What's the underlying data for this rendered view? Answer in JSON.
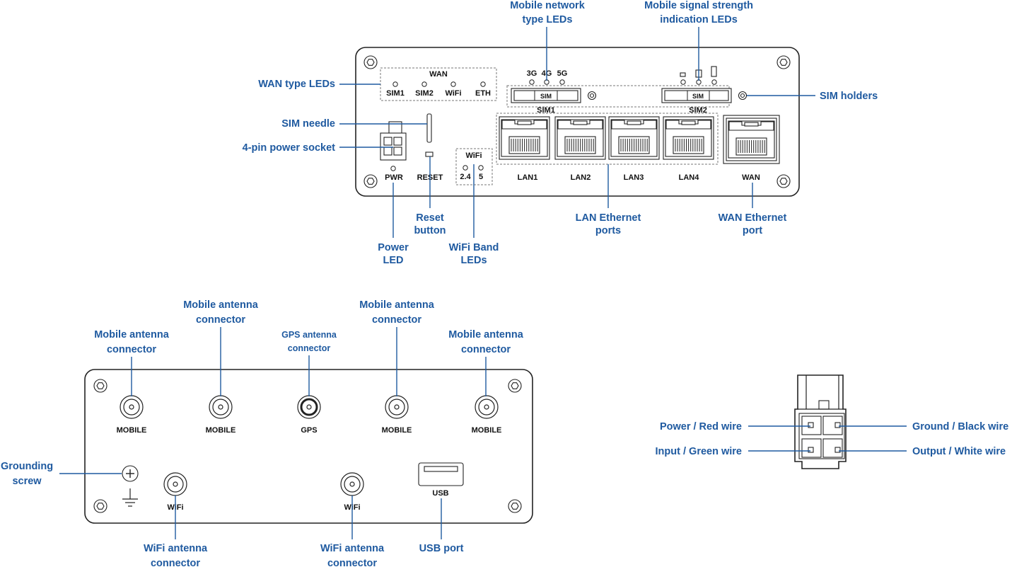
{
  "front_panel": {
    "callouts": {
      "mobile_network_leds": [
        "Mobile network",
        "type LEDs"
      ],
      "mobile_signal_leds": [
        "Mobile signal strength",
        "indication LEDs"
      ],
      "wan_type_leds": "WAN type LEDs",
      "sim_holders": "SIM holders",
      "sim_needle": "SIM needle",
      "power_socket": "4-pin power socket",
      "reset_button": [
        "Reset",
        "button"
      ],
      "power_led": [
        "Power",
        "LED"
      ],
      "wifi_band_leds": [
        "WiFi Band",
        "LEDs"
      ],
      "lan_ports": [
        "LAN Ethernet",
        "ports"
      ],
      "wan_port": [
        "WAN Ethernet",
        "port"
      ]
    },
    "labels": {
      "wan_group": "WAN",
      "wan_leds": [
        "SIM1",
        "SIM2",
        "WiFi",
        "ETH"
      ],
      "network_types": [
        "3G",
        "4G",
        "5G"
      ],
      "sim_slot": "SIM",
      "sim1": "SIM1",
      "sim2": "SIM2",
      "wifi_group": "WiFi",
      "wifi_bands": [
        "2.4",
        "5"
      ],
      "pwr": "PWR",
      "reset": "RESET",
      "lan_ports": [
        "LAN1",
        "LAN2",
        "LAN3",
        "LAN4"
      ],
      "wan_port": "WAN"
    }
  },
  "back_panel": {
    "callouts": {
      "mobile_antenna_1": [
        "Mobile antenna",
        "connector"
      ],
      "mobile_antenna_2": [
        "Mobile antenna",
        "connector"
      ],
      "gps_antenna": [
        "GPS antenna",
        "connector"
      ],
      "mobile_antenna_3": [
        "Mobile antenna",
        "connector"
      ],
      "mobile_antenna_4": [
        "Mobile antenna",
        "connector"
      ],
      "grounding_screw": [
        "Grounding",
        "screw"
      ],
      "wifi_antenna_1": [
        "WiFi antenna",
        "connector"
      ],
      "wifi_antenna_2": [
        "WiFi antenna",
        "connector"
      ],
      "usb_port": "USB port"
    },
    "labels": {
      "mobile": "MOBILE",
      "gps": "GPS",
      "wifi": "WiFi",
      "usb": "USB"
    }
  },
  "power_connector": {
    "callouts": {
      "power": "Power / Red wire",
      "ground": "Ground / Black wire",
      "input": "Input / Green wire",
      "output": "Output / White wire"
    }
  },
  "colors": {
    "callout": "#1f5aa0",
    "outline": "#222222"
  }
}
